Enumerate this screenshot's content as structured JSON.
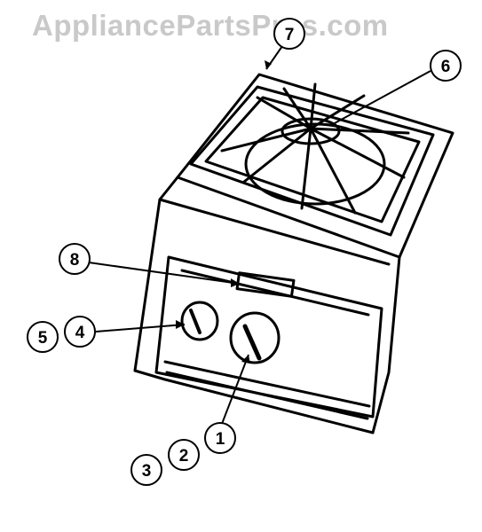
{
  "watermark": "AppliancePartsPros.com",
  "callouts": [
    {
      "id": "c1",
      "label": "1"
    },
    {
      "id": "c2",
      "label": "2"
    },
    {
      "id": "c3",
      "label": "3"
    },
    {
      "id": "c4",
      "label": "4"
    },
    {
      "id": "c5",
      "label": "5"
    },
    {
      "id": "c6",
      "label": "6"
    },
    {
      "id": "c7",
      "label": "7"
    },
    {
      "id": "c8",
      "label": "8"
    }
  ]
}
